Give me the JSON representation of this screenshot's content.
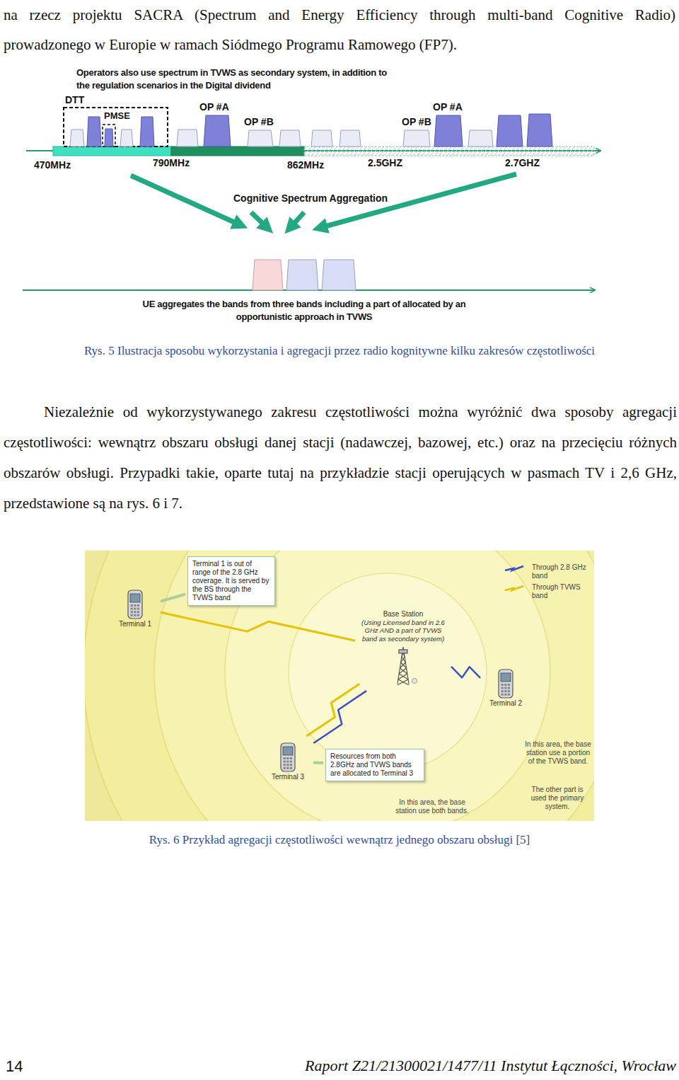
{
  "diagram": {
    "nodes": [
      {
        "text": [
          "Terminal 1"
        ]
      },
      {
        "text": [
          "Terminal 1 is out of range of the 2.8 GHz coverage. It is served by the BS through the TVWS band"
        ]
      },
      {
        "text": [
          "Base Station",
          "(Using Licensed band in 2.6 GHz AND a part of TVWS band as secondary system)"
        ]
      },
      {
        "text": [
          "Terminal 2"
        ]
      },
      {
        "text": [
          "Terminal 3"
        ]
      },
      {
        "text": [
          "Resources from both 2.8GHz and TVWS bands are allocated to Terminal 3"
        ]
      }
    ],
    "edges": [
      {
        "from": 2,
        "to": 0,
        "arrow": "none"
      },
      {
        "from": 2,
        "to": 3,
        "arrow": "none"
      },
      {
        "from": 2,
        "to": 4,
        "arrow": "none"
      },
      {
        "from": 2,
        "to": 4,
        "arrow": "none"
      },
      {
        "from": 1,
        "to": 0,
        "arrow": "none"
      },
      {
        "from": 5,
        "to": 4,
        "arrow": "none"
      }
    ],
    "labels": [
      "na rzecz projektu SACRA (Spectrum and Energy Efficiency through multi-band Cognitive Radio) prowadzonego w Europie w ramach Siódmego Programu Ramowego (FP7).",
      "Operators also use spectrum in TVWS as secondary system, in addition to the regulation scenarios in the Digital dividend",
      "DTT",
      "PMSE",
      "OP #A",
      "OP #B",
      "OP #B",
      "OP #A",
      "470MHz",
      "790MHz",
      "862MHz",
      "2.5GHZ",
      "2.7GHZ",
      "Cognitive Spectrum Aggregation",
      "UE aggregates the bands from three bands including a part of allocated by an opportunistic approach in TVWS",
      "Rys. 5 Ilustracja sposobu wykorzystania i agregacji przez radio kognitywne kilku zakresów częstotliwości",
      "Niezależnie od wykorzystywanego zakresu częstotliwości można wyróżnić dwa sposoby agregacji częstotliwości: wewnątrz obszaru obsługi danej stacji (nadawczej, bazowej, etc.) oraz na przecięciu różnych obszarów obsługi. Przypadki takie, oparte tutaj na przykładzie stacji operujących w pasmach TV i 2,6 GHz, przedstawione są na rys. 6 i 7.",
      "In this area, the base station use a portion of the TVWS band.",
      "The other part is used the primary system.",
      "In this area, the base station use both bands.",
      "Rys. 6 Przykład agregacji częstotliwości wewnątrz jednego obszaru obsługi [5]",
      "14",
      "Raport Z21/21300021/1477/11 Instytut Łączności, Wrocław"
    ],
    "legend": [
      {
        "text": "Through 2.8 GHz band"
      },
      {
        "text": "Through TVWS band"
      }
    ]
  }
}
